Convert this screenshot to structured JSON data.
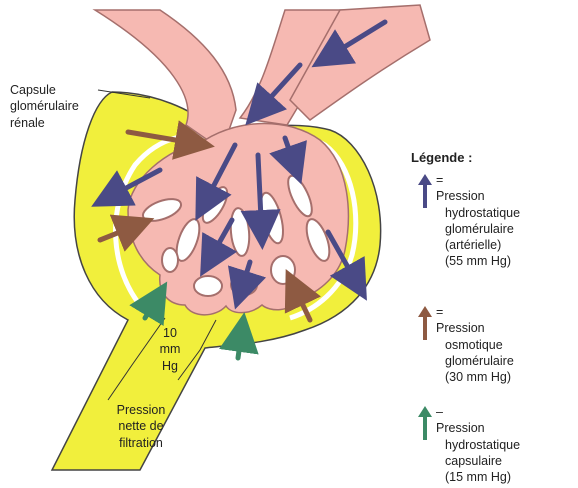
{
  "colors": {
    "capsule_fill": "#f1ef3c",
    "vessel_fill": "#f6b9b2",
    "vessel_stroke": "#a56f6c",
    "hydrostatic_glomerular_arrow": "#4a4a86",
    "osmotic_arrow": "#8e5a42",
    "capsular_arrow": "#3c8a66",
    "background": "#ffffff"
  },
  "labels": {
    "capsule": [
      "Capsule",
      "glomérulaire",
      "rénale"
    ],
    "pressure_value": [
      "10",
      "mm",
      "Hg"
    ],
    "net_filtration": [
      "Pression",
      "nette de",
      "filtration"
    ]
  },
  "legend": {
    "title": "Légende :",
    "items": [
      {
        "color": "#4a4a86",
        "icon": "arrow-up-icon",
        "lines": [
          "Pression",
          "hydrostatique",
          "glomérulaire",
          "(artérielle)",
          "(55 mm Hg)"
        ]
      },
      {
        "color": "#8e5a42",
        "icon": "arrow-up-icon",
        "lines": [
          "Pression",
          "osmotique",
          "glomérulaire",
          "(30 mm Hg)"
        ]
      },
      {
        "color": "#3c8a66",
        "icon": "arrow-up-icon",
        "lines": [
          "Pression",
          "hydrostatique",
          "capsulaire",
          "(15 mm Hg)"
        ]
      }
    ]
  }
}
